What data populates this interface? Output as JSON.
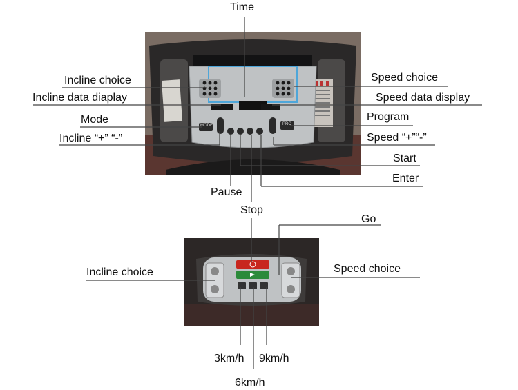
{
  "labels": {
    "time": "Time",
    "incline_choice": "Incline choice",
    "incline_data_display": "Incline data diaplay",
    "mode": "Mode",
    "incline_plus_minus": "Incline “+” “-”",
    "speed_choice": "Speed choice",
    "speed_data_display": "Speed data display",
    "program": "Program",
    "speed_plus_minus": "Speed “+”“-”",
    "start": "Start",
    "enter": "Enter",
    "pause": "Pause",
    "stop": "Stop",
    "go": "Go",
    "incline_choice_2": "Incline choice",
    "speed_choice_2": "Speed choice",
    "kmh_3": "3km/h",
    "kmh_6": "6km/h",
    "kmh_9": "9km/h"
  },
  "console": {
    "mode_key": "MODE",
    "program_key": "PRO"
  },
  "colors": {
    "stop_red": "#c8261e",
    "go_green": "#2c8a3a",
    "panel_silver": "#bfc2c4",
    "display_blue": "#4ea6d9"
  }
}
